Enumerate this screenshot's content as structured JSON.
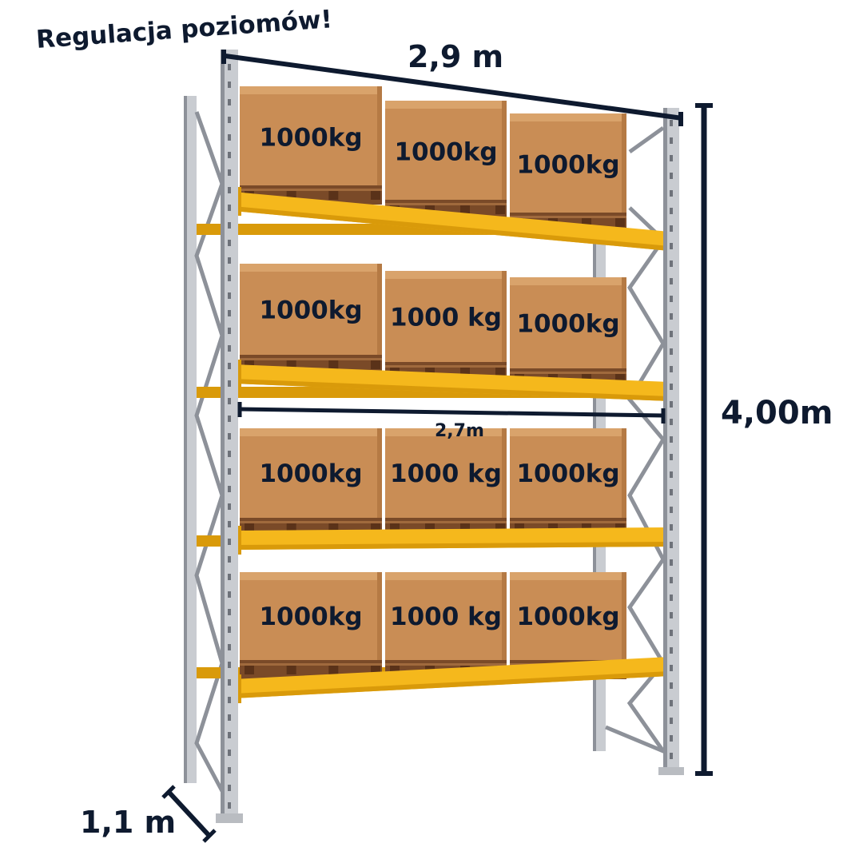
{
  "headline": "Regulacja poziomów!",
  "dimensions": {
    "width": "2,9 m",
    "height": "4,00m",
    "depth": "1,1 m",
    "beam_length": "2,7m"
  },
  "shelves": [
    {
      "loads": [
        "1000kg",
        "1000kg",
        "1000kg"
      ]
    },
    {
      "loads": [
        "1000kg",
        "1000 kg",
        "1000kg"
      ]
    },
    {
      "loads": [
        "1000kg",
        "1000 kg",
        "1000kg"
      ]
    },
    {
      "loads": [
        "1000kg",
        "1000 kg",
        "1000kg"
      ]
    }
  ],
  "colors": {
    "beam": "#f5b81c",
    "beam_shadow": "#d99a0a",
    "upright": "#c9ccd1",
    "upright_dark": "#8d9199",
    "box": "#c98d55",
    "box_top": "#d9a36b",
    "box_side": "#b57a44",
    "pallet": "#7a4a28",
    "text": "#0e1a2f"
  },
  "icons": [
    "dimension-line-icon"
  ]
}
